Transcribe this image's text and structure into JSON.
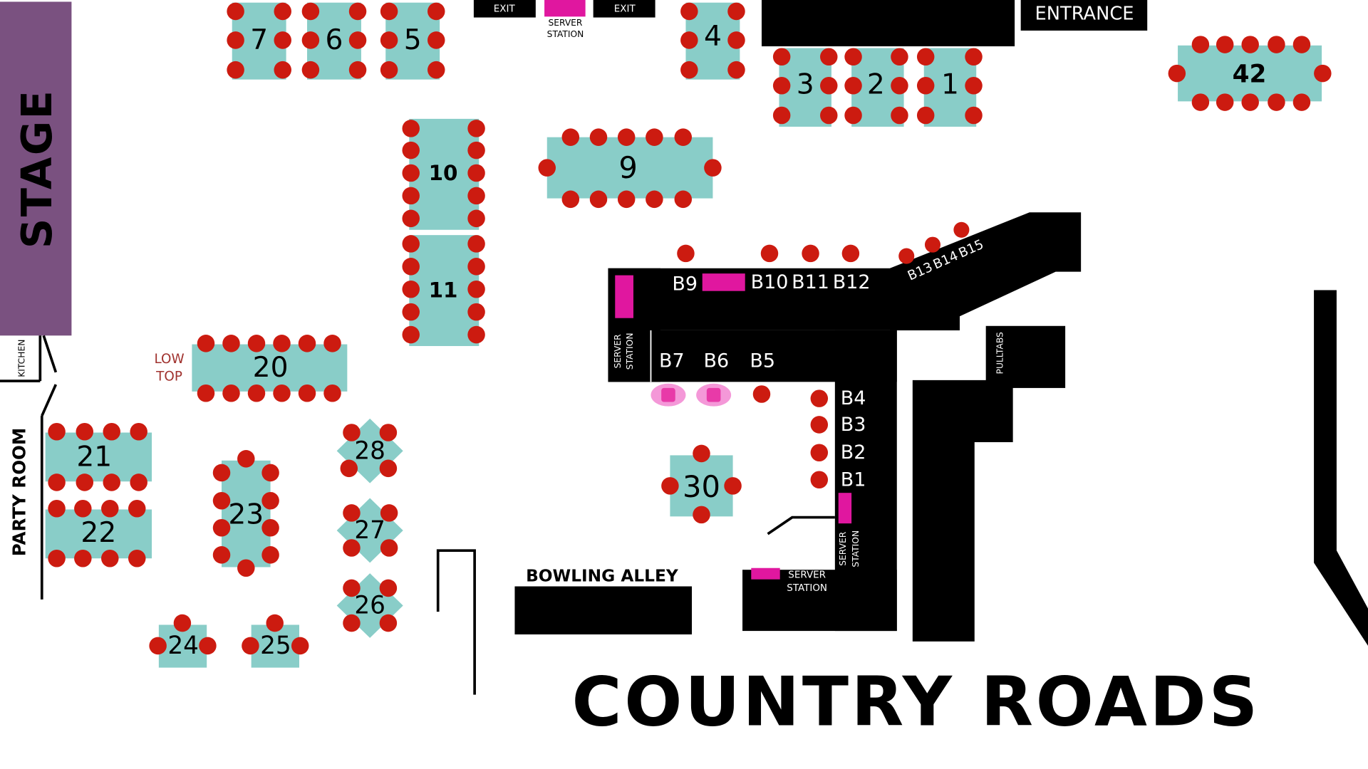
{
  "colors": {
    "table": "#89cdc8",
    "seat": "#cc1b10",
    "bar": "#000000",
    "stage": "#7a5180",
    "server_station": "#e0179f",
    "stool": "#f060c0",
    "low_top_text": "#a0322e"
  },
  "labels": {
    "stage": "STAGE",
    "kitchen": "KITCHEN",
    "party_room": "PARTY ROOM",
    "low_top_1": "LOW",
    "low_top_2": "TOP",
    "exit_left": "EXIT",
    "exit_right": "EXIT",
    "server_top_1": "SERVER",
    "server_top_2": "STATION",
    "entrance": "ENTRANCE",
    "bowling": "BOWLING ALLEY",
    "pulltabs": "PULLTABS",
    "server_left_1": "SERVER",
    "server_left_2": "STATION",
    "server_mid_1": "SERVER",
    "server_mid_2": "STATION",
    "server_bottom_1": "SERVER",
    "server_bottom_2": "STATION",
    "venue": "COUNTRY ROADS"
  },
  "tables": {
    "t1": "1",
    "t2": "2",
    "t3": "3",
    "t4": "4",
    "t5": "5",
    "t6": "6",
    "t7": "7",
    "t9": "9",
    "t10": "10",
    "t11": "11",
    "t20": "20",
    "t21": "21",
    "t22": "22",
    "t23": "23",
    "t24": "24",
    "t25": "25",
    "t26": "26",
    "t27": "27",
    "t28": "28",
    "t30": "30",
    "t42": "42"
  },
  "bar_seats": {
    "b1": "B1",
    "b2": "B2",
    "b3": "B3",
    "b4": "B4",
    "b5": "B5",
    "b6": "B6",
    "b7": "B7",
    "b9": "B9",
    "b10": "B10",
    "b11": "B11",
    "b12": "B12",
    "b13": "B13",
    "b14": "B14",
    "b15": "B15"
  }
}
